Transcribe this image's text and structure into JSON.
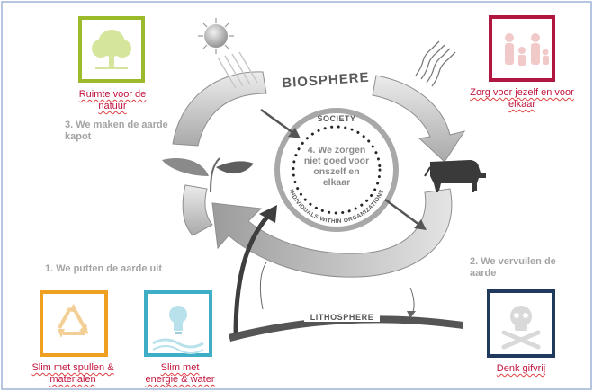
{
  "labels": {
    "biosphere": "BIOSPHERE",
    "society": "SOCIETY",
    "individuals": "INDIVIDUALS WITHIN ORGANIZATIONS",
    "lithosphere": "LITHOSPHERE"
  },
  "statements": {
    "s1": "1. We putten de aarde uit",
    "s2_line1": "2. We vervuilen de",
    "s2_line2": "aarde",
    "s3_line1": "3. We maken de aarde",
    "s3_line2": "kapot",
    "s4_line1": "4. We zorgen",
    "s4_line2": "niet goed voor",
    "s4_line3": "onszelf en",
    "s4_line4": "elkaar"
  },
  "captions": {
    "nature_line1": "Ruimte voor de",
    "nature_line2": "natuur",
    "care_line1": "Zorg voor jezelf en voor",
    "care_line2": "elkaar",
    "materials_line1": "Slim met spullen &",
    "materials_line2": "materialen",
    "energy_line1": "Slim met",
    "energy_line2": "energie & water",
    "toxic_line1": "Denk gifvrij"
  },
  "colors": {
    "nature_frame": "#9bbb2a",
    "care_frame": "#b0163f",
    "materials_frame": "#f0a020",
    "energy_frame": "#3eaec6",
    "toxic_frame": "#1f3a5c",
    "caption_text": "#c0143c",
    "arrow_gray": "#b8b8b8",
    "dark_gray": "#555555"
  },
  "icons": {
    "nature": "tree-icon",
    "care": "family-icon",
    "materials": "recycle-icon",
    "energy": "lightbulb-icon",
    "toxic": "skull-icon",
    "sun": "sun-icon",
    "heat": "heat-waves-icon",
    "plant": "plant-icon",
    "cow": "cow-icon"
  }
}
